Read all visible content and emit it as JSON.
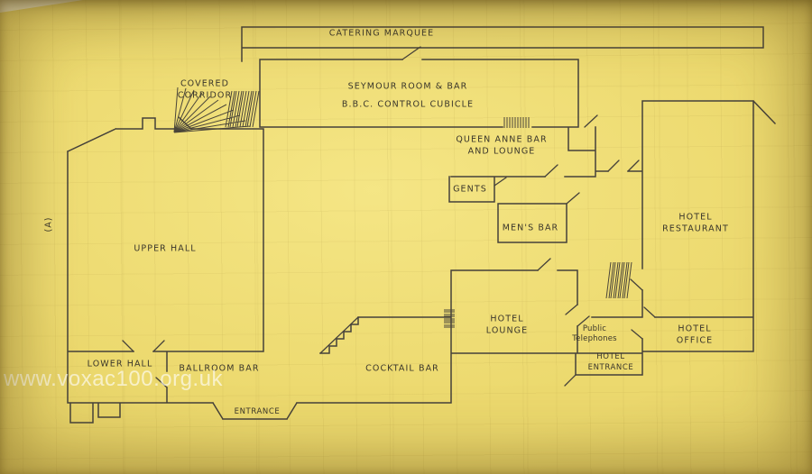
{
  "colors": {
    "paper": "#e4d167",
    "paper_edge": "#ab974a",
    "line": "#45413a",
    "text": "#3a362b",
    "watermark": "#ffffff"
  },
  "plan": {
    "rooms": {
      "catering_marquee": "CATERING MARQUEE",
      "covered_corridor": "COVERED\nCORRIDOR",
      "seymour_room": "SEYMOUR ROOM & BAR",
      "bbc_control": "B.B.C. CONTROL CUBICLE",
      "queen_anne": "QUEEN ANNE BAR\nAND LOUNGE",
      "gents": "GENTS",
      "mens_bar": "MEN'S BAR",
      "hotel_restaurant": "HOTEL\nRESTAURANT",
      "upper_hall": "UPPER HALL",
      "lower_hall": "LOWER HALL",
      "ballroom_bar": "BALLROOM BAR",
      "cocktail_bar": "COCKTAIL BAR",
      "hotel_lounge": "HOTEL\nLOUNGE",
      "public_telephones": "Public\nTelephones",
      "hotel_entrance": "HOTEL\nENTRANCE",
      "hotel_office": "HOTEL\nOFFICE",
      "entrance": "ENTRANCE"
    },
    "annotation": "(A)"
  },
  "watermark": "www.voxac100.org.uk"
}
